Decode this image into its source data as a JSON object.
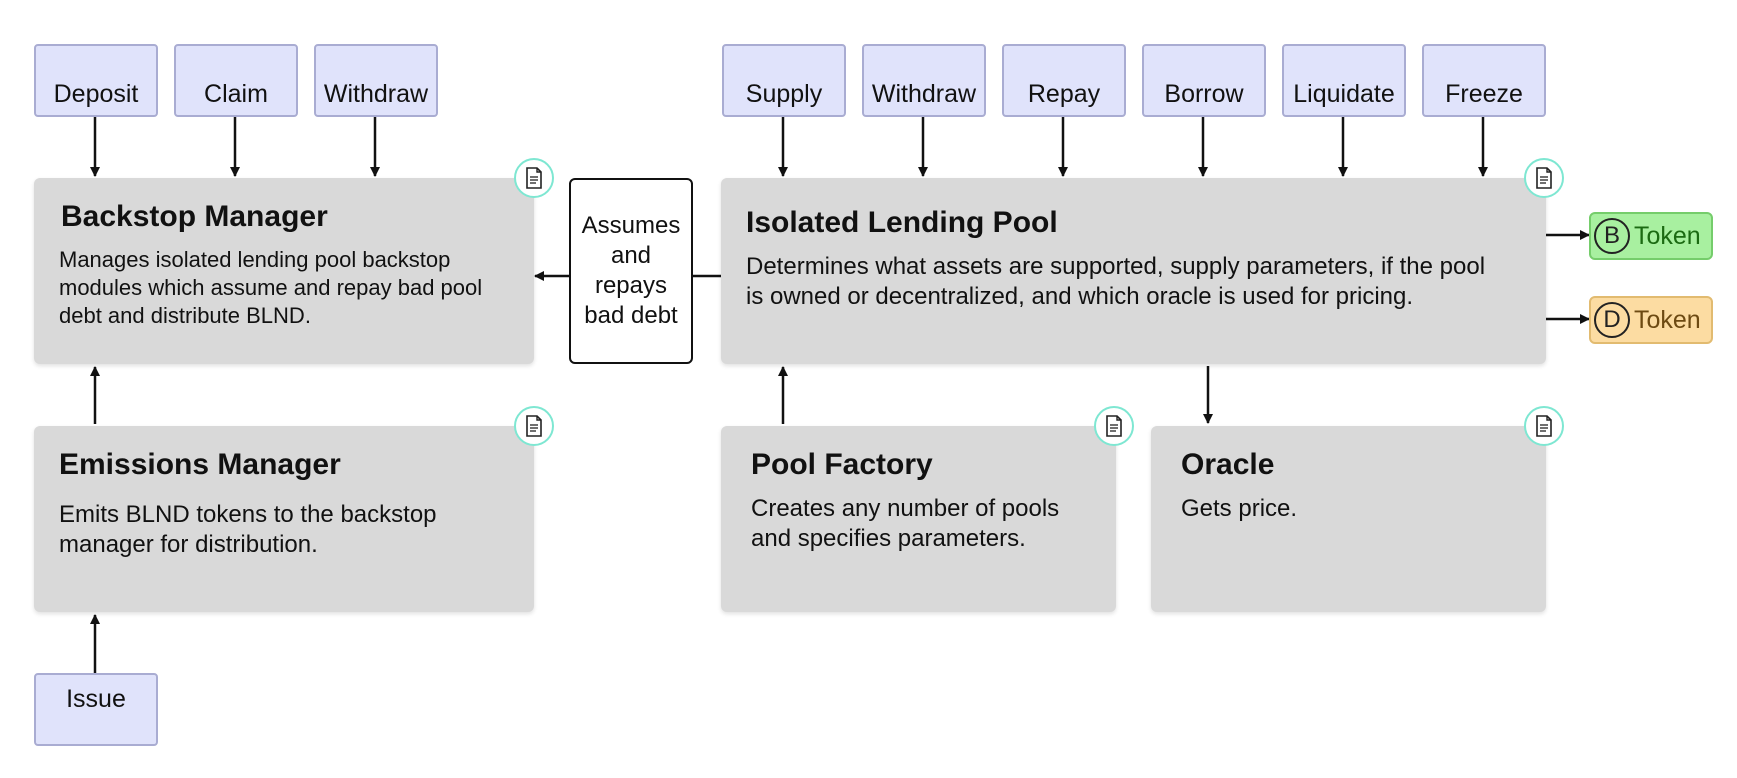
{
  "backstop_actions": [
    "Deposit",
    "Claim",
    "Withdraw"
  ],
  "pool_actions": [
    "Supply",
    "Withdraw",
    "Repay",
    "Borrow",
    "Liquidate",
    "Freeze"
  ],
  "issue_label": "Issue",
  "backstop_manager": {
    "title": "Backstop Manager",
    "description": "Manages isolated lending pool backstop modules which assume and repay bad pool debt and distribute BLND."
  },
  "emissions_manager": {
    "title": "Emissions Manager",
    "description": "Emits BLND tokens to the backstop manager for distribution."
  },
  "lending_pool": {
    "title": "Isolated Lending Pool",
    "description": "Determines what assets are supported, supply parameters, if the pool is owned or decentralized, and which oracle is used for pricing."
  },
  "pool_factory": {
    "title": "Pool Factory",
    "description": "Creates any number of pools and specifies parameters."
  },
  "oracle": {
    "title": "Oracle",
    "description": "Gets price."
  },
  "assumes_label": "Assumes and repays bad debt",
  "tokens": {
    "b_letter": "B",
    "b_label": "Token",
    "d_letter": "D",
    "d_label": "Token",
    "b_color": "#a8f0a0",
    "d_color": "#fcdca2"
  },
  "icons": {
    "contract": "document-icon"
  }
}
